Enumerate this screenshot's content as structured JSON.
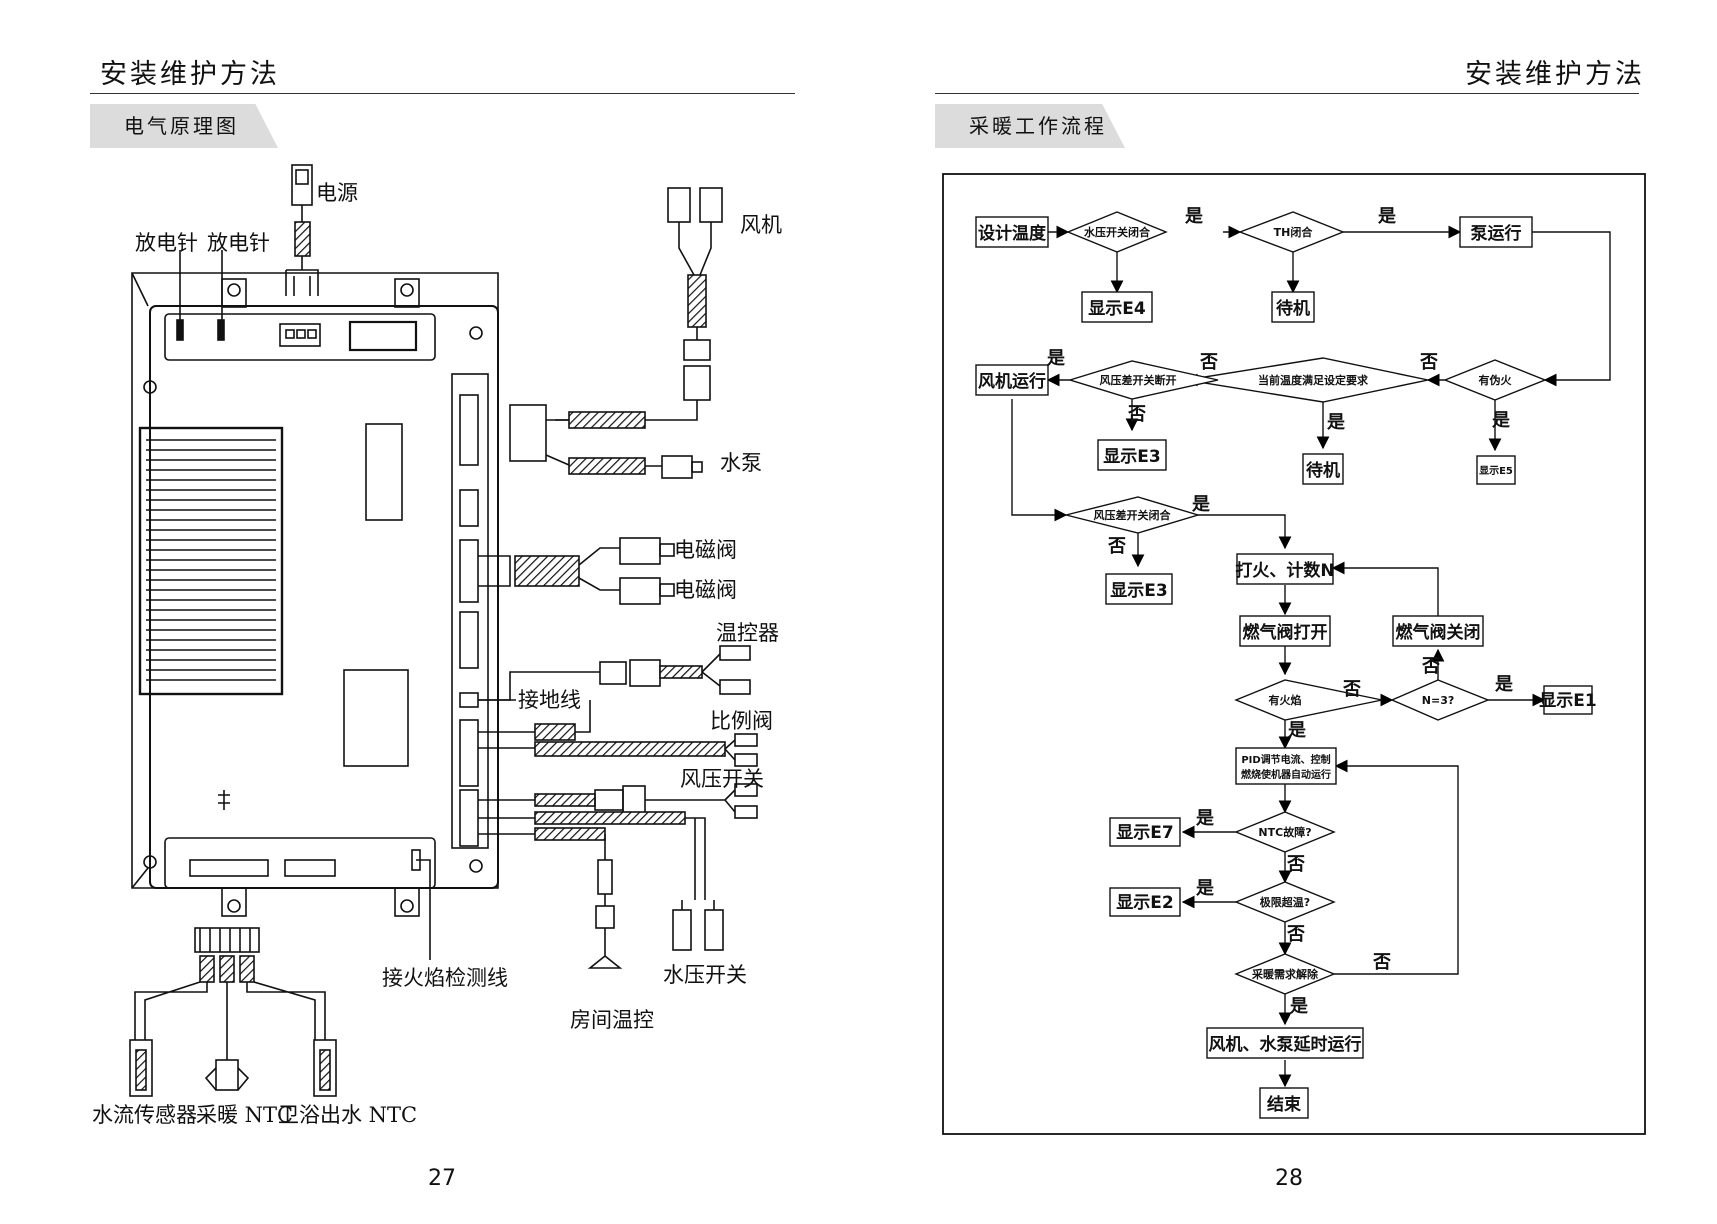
{
  "left_page": {
    "header": "安装维护方法",
    "section_tab": "电气原理图",
    "page_number": "27",
    "wiring_labels": {
      "power": "电源",
      "discharge_pin_1": "放电针",
      "discharge_pin_2": "放电针",
      "fan": "风机",
      "water_pump": "水泵",
      "solenoid_valve_1": "电磁阀",
      "solenoid_valve_2": "电磁阀",
      "thermostat": "温控器",
      "ground_wire": "接地线",
      "proportional_valve": "比例阀",
      "air_pressure_switch": "风压开关",
      "flame_detection_wire": "接火焰检测线",
      "room_temp_control": "房间温控",
      "water_pressure_switch": "水压开关",
      "water_flow_sensor": "水流传感器",
      "heating_ntc": "采暖 NTC",
      "bath_outlet_ntc": "卫浴出水 NTC"
    }
  },
  "right_page": {
    "header": "安装维护方法",
    "section_tab": "采暖工作流程",
    "page_number": "28",
    "flowchart": {
      "nodes": {
        "set_temp": "设计温度",
        "water_pressure_switch_closed": "水压开关闭合",
        "th_closed": "TH闭合",
        "pump_running": "泵运行",
        "show_e4": "显示E4",
        "standby_1": "待机",
        "has_false_fire": "有伪火",
        "current_temp_ok": "当前温度满足设定要求",
        "air_pressure_switch_open": "风压差开关断开",
        "fan_running": "风机运行",
        "show_e3_a": "显示E3",
        "standby_2": "待机",
        "show_e5": "显示E5",
        "air_pressure_switch_closed": "风压差开关闭合",
        "show_e3_b": "显示E3",
        "ignite_count": "打火、计数N",
        "gas_valve_open": "燃气阀打开",
        "gas_valve_close": "燃气阀关闭",
        "has_flame": "有火焰",
        "n_eq_3": "N=3?",
        "show_e1": "显示E1",
        "pid_line1": "PID调节电流、控制",
        "pid_line2": "燃烧使机器自动运行",
        "ntc_fault": "NTC故障?",
        "show_e7": "显示E7",
        "limit_overheat": "极限超温?",
        "show_e2": "显示E2",
        "heating_demand_released": "采暖需求解除",
        "fan_pump_delay": "风机、水泵延时运行",
        "end": "结束"
      },
      "edge_labels": {
        "yes": "是",
        "no": "否"
      }
    }
  }
}
